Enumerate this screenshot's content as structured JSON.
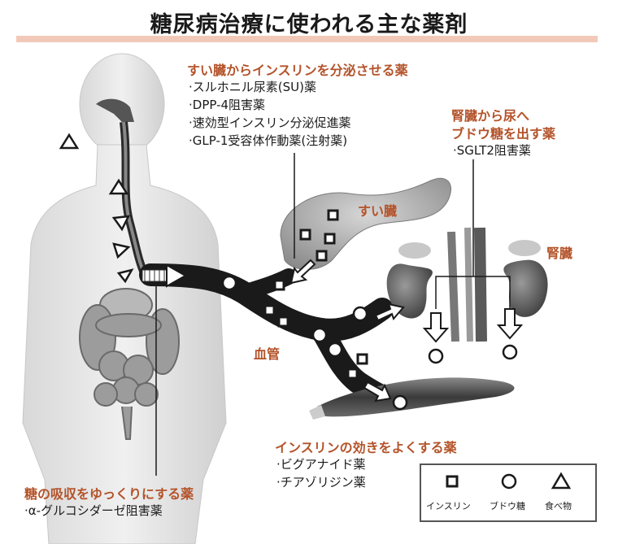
{
  "title": "糖尿病治療に使われる主な薬剤",
  "pancreas_drugs": {
    "heading": "すい臓からインスリンを分泌させる薬",
    "items": [
      "·スルホニル尿素(SU)薬",
      "·DPP-4阻害薬",
      "·速効型インスリン分泌促進薬",
      "·GLP-1受容体作動薬(注射薬)"
    ]
  },
  "kidney_drugs": {
    "heading_line1": "腎臓から尿へ",
    "heading_line2": "ブドウ糖を出す薬",
    "items": [
      "·SGLT2阻害薬"
    ]
  },
  "insulin_effect_drugs": {
    "heading": "インスリンの効きをよくする薬",
    "items": [
      "·ビグアナイド薬",
      "·チアゾリジン薬"
    ]
  },
  "absorption_drugs": {
    "heading": "糖の吸収をゆっくりにする薬",
    "items": [
      "·α-グルコシダーゼ阻害薬"
    ]
  },
  "organs": {
    "pancreas": "すい臓",
    "kidney": "腎臓",
    "blood_vessel": "血管"
  },
  "legend": {
    "insulin": "インスリン",
    "glucose": "ブドウ糖",
    "food": "食べ物"
  }
}
